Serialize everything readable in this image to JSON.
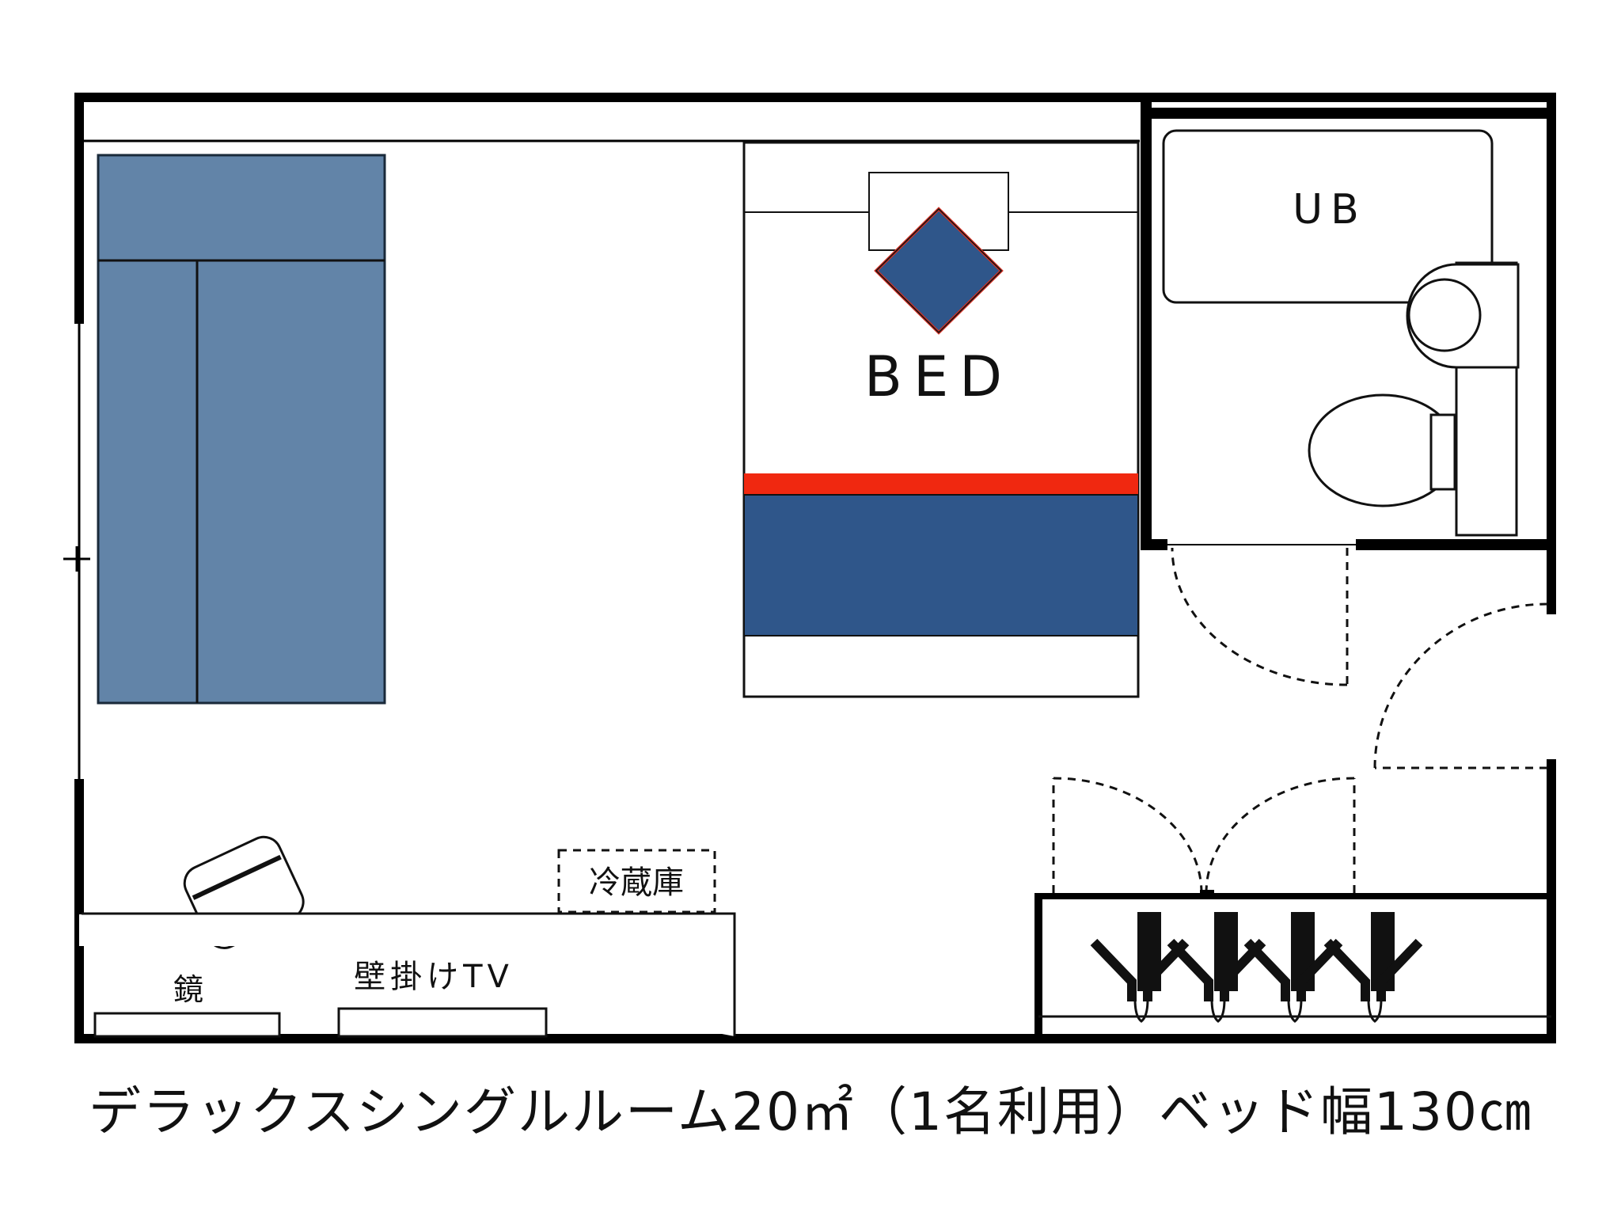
{
  "floorplan": {
    "labels": {
      "unit_bath": "UB",
      "bed": "BED",
      "refrigerator": "冷蔵庫",
      "mirror": "鏡",
      "wall_tv": "壁掛けTV"
    },
    "caption": "デラックスシングルルーム20㎡（1名利用）ベッド幅130㎝",
    "colors": {
      "wall": "#000000",
      "sofa": "#6284a8",
      "bed_blanket": "#2f568a",
      "bed_stripe": "#f02810",
      "pillow_diamond_fill": "#2f568a",
      "pillow_diamond_border": "#d23024"
    }
  }
}
